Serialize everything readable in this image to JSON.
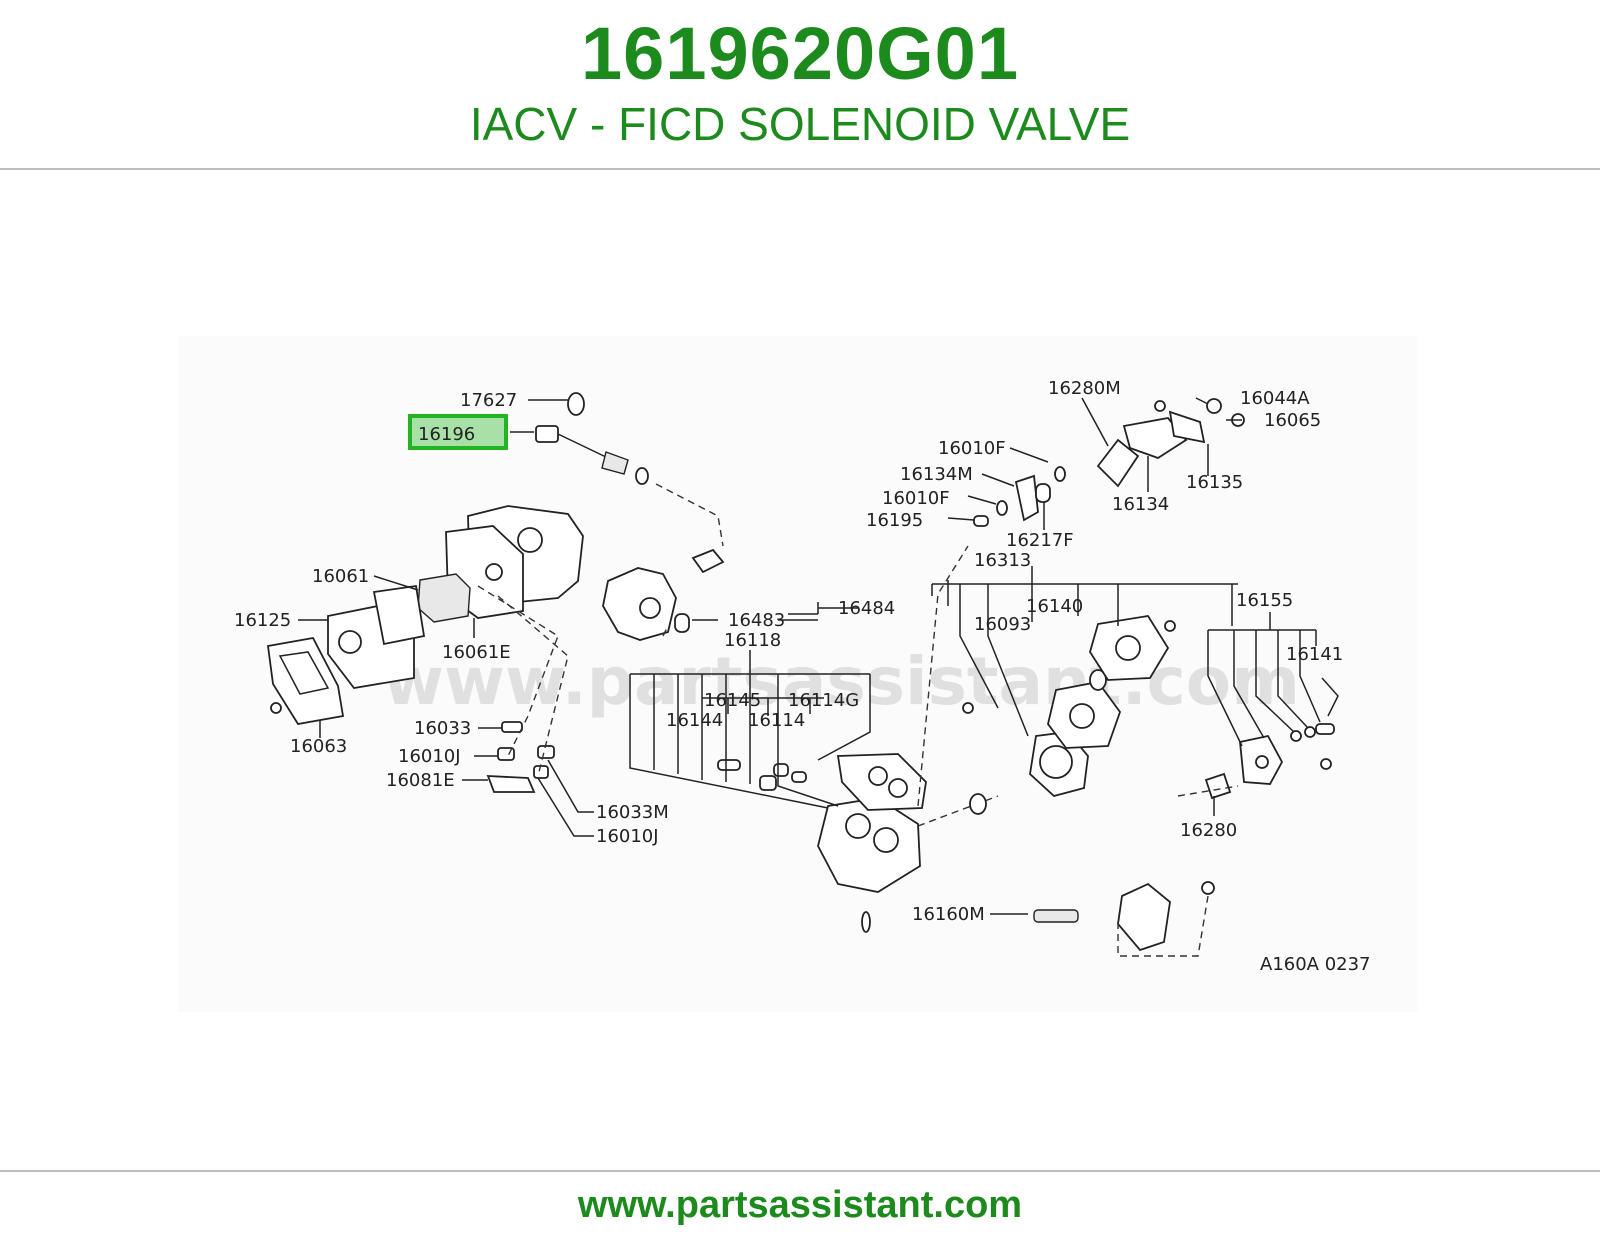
{
  "header": {
    "part_number": "1619620G01",
    "part_name": "IACV - FICD SOLENOID VALVE"
  },
  "diagram": {
    "highlighted_label": "16196",
    "highlight_color": "#22b422",
    "labels": {
      "l17627": "17627",
      "l16196": "16196",
      "l16061": "16061",
      "l16125": "16125",
      "l16061E": "16061E",
      "l16063": "16063",
      "l16033": "16033",
      "l16010J_a": "16010J",
      "l16081E": "16081E",
      "l16033M": "16033M",
      "l16010J_b": "16010J",
      "l16483": "16483",
      "l16484": "16484",
      "l16118": "16118",
      "l16145": "16145",
      "l16114G": "16114G",
      "l16144": "16144",
      "l16114": "16114",
      "l16280M": "16280M",
      "l16044A": "16044A",
      "l16065": "16065",
      "l16010F_a": "16010F",
      "l16134M": "16134M",
      "l16010F_b": "16010F",
      "l16195": "16195",
      "l16135": "16135",
      "l16134": "16134",
      "l16217F": "16217F",
      "l16313": "16313",
      "l16140": "16140",
      "l16093": "16093",
      "l16155": "16155",
      "l16141": "16141",
      "l16280": "16280",
      "l16160M": "16160M",
      "ref_code": "A160A 0237"
    },
    "watermark": "www.partsassistant.com"
  },
  "footer": {
    "site": "www.partsassistant.com"
  }
}
